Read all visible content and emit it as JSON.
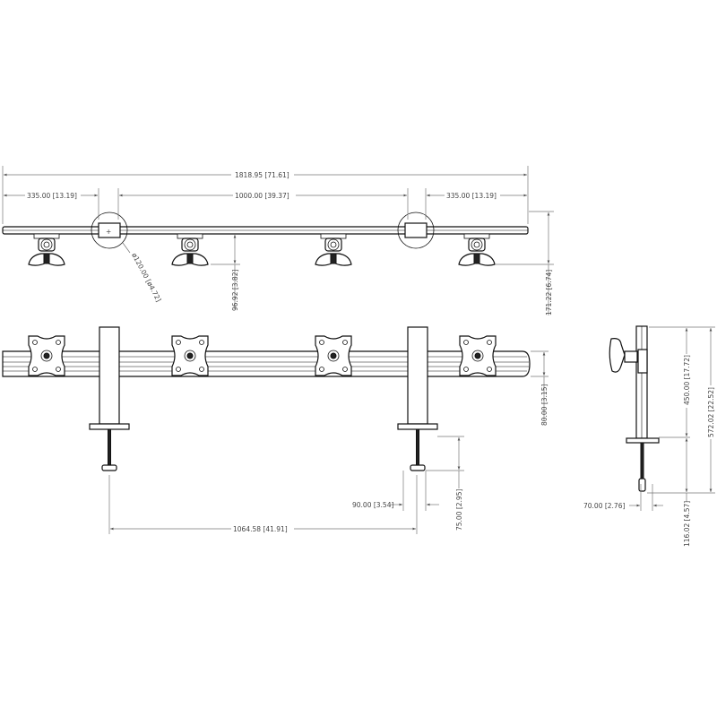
{
  "top_view": {
    "overall_width": "1818.95 [71.61]",
    "left_offset": "335.00 [13.19]",
    "clamp_spacing": "1000.00 [39.37]",
    "right_offset": "335.00 [13.19]",
    "clamp_diameter": "ø120.00 [ø4.72]",
    "mount_depth": "96.92 [3.82]",
    "overall_depth": "171.22 [6.74]"
  },
  "front_view": {
    "bar_height": "80.00 [3.15]",
    "clamp_width": "90.00 [3.54]",
    "clamp_depth": "75.00 [2.95]",
    "post_spacing": "1064.58 [41.91]"
  },
  "side_view": {
    "post_height": "450.00 [17.72]",
    "overall_height": "572.02 [22.52]",
    "clamp_offset": "70.00 [2.76]",
    "clamp_height": "116.02 [4.57]"
  }
}
